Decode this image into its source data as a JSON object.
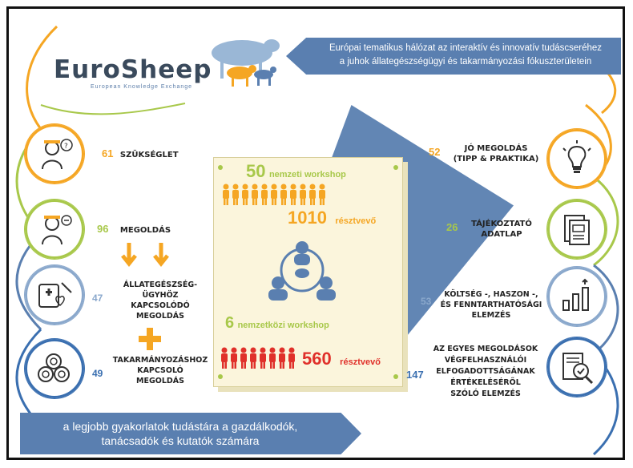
{
  "logo": {
    "name": "EuroSheep",
    "tagline": "European Knowledge Exchange"
  },
  "header": {
    "line1": "Európai tematikus hálózat az interaktív és innovatív tudáscseréhez",
    "line2": "a juhok állategészségügyi és takarmányozási fókuszterületein"
  },
  "left": {
    "item1": {
      "number": "61",
      "label": "SZÜKSÉGLET"
    },
    "item2": {
      "number": "96",
      "label": "MEGOLDÁS"
    },
    "item3": {
      "number": "47",
      "label_lines": [
        "ÁLLATEGÉSZSÉG-",
        "ÜGYHÖZ",
        "KAPCSOLÓDÓ",
        "MEGOLDÁS"
      ]
    },
    "item4": {
      "number": "49",
      "label_lines": [
        "TAKARMÁNYOZÁSHOZ",
        "KAPCSOLÓ",
        "MEGOLDÁS"
      ]
    }
  },
  "center": {
    "national": {
      "number": "50",
      "label": "nemzeti workshop",
      "participants": "1010",
      "participants_label": "résztvevő"
    },
    "international": {
      "number": "6",
      "label": "nemzetközi workshop",
      "participants": "560",
      "participants_label": "résztvevő"
    }
  },
  "right": {
    "item1": {
      "number": "52",
      "label_lines": [
        "JÓ MEGOLDÁS",
        "(TIPP & PRAKTIKA)"
      ]
    },
    "item2": {
      "number": "26",
      "label_lines": [
        "TÁJÉKOZTATÓ",
        "ADATLAP"
      ]
    },
    "item3": {
      "number": "53",
      "label_lines": [
        "KÖLTSÉG -, HASZON -,",
        "ÉS FENNTARTHATÓSÁGI",
        "ELEMZÉS"
      ]
    },
    "item4": {
      "number": "147",
      "label_lines": [
        "AZ EGYES MEGOLDÁSOK",
        "VÉGFELHASZNÁLÓI",
        "ELFOGADOTTSÁGÁNAK",
        "ÉRTÉKELÉSÉRŐL",
        "SZÓLÓ ELEMZÉS"
      ]
    }
  },
  "footer": {
    "line1": "a legjobb gyakorlatok tudástára a gazdálkodók,",
    "line2": "tanácsadók és kutatók számára"
  },
  "colors": {
    "orange": "#f5a623",
    "green": "#a8c84a",
    "blue": "#3a6fb0",
    "banner": "#5a7fb0",
    "red": "#e0302a"
  },
  "icons": [
    "farmer-question-icon",
    "farmer-idea-icon",
    "medical-kit-icon",
    "hay-bales-icon",
    "lightbulb-icon",
    "document-icon",
    "bar-chart-icon",
    "evaluation-icon",
    "network-people-icon"
  ]
}
